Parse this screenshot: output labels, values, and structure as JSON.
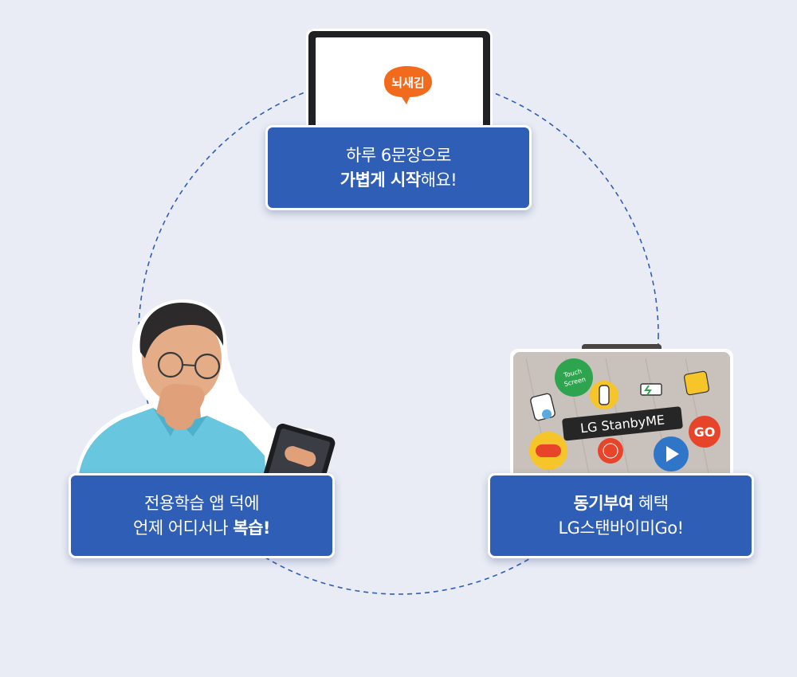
{
  "cards": {
    "top": {
      "line1": "하루 6문장으로",
      "line2_bold": "가볍게 시작",
      "line2_rest": "해요!"
    },
    "left": {
      "line1": "전용학습 앱 덕에",
      "line2_rest": "언제 어디서나 ",
      "line2_bold": "복습!"
    },
    "right": {
      "line1_bold": "동기부여",
      "line1_rest": " 혜택",
      "line2": "LG스탠바이미Go!"
    }
  },
  "tablet": {
    "app_logo_text": "뇌새김"
  },
  "suitcase": {
    "brand_label": "LG StanbyME",
    "stickers": [
      "Touch Screen",
      "GO"
    ]
  },
  "colors": {
    "background": "#e9ecf5",
    "card": "#2f5eb6",
    "dashed_ring": "#2f5eb6",
    "logo_orange": "#f26a1b"
  }
}
